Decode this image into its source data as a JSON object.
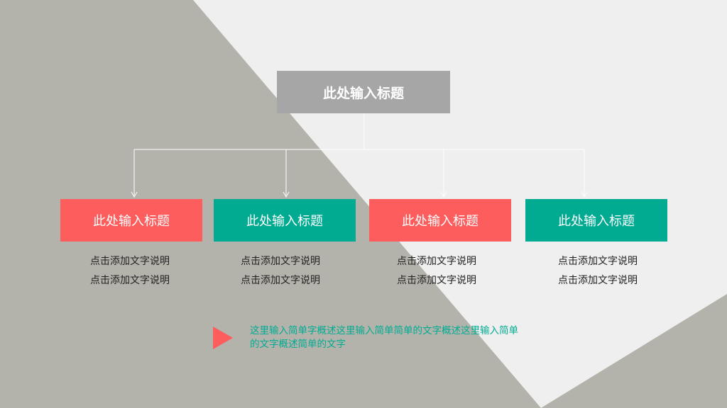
{
  "root": {
    "label": "此处输入标题"
  },
  "children": [
    {
      "label": "此处输入标题",
      "desc": [
        "点击添加文字说明",
        "点击添加文字说明"
      ],
      "color": "#fd5d5d"
    },
    {
      "label": "此处输入标题",
      "desc": [
        "点击添加文字说明",
        "点击添加文字说明"
      ],
      "color": "#00ab92"
    },
    {
      "label": "此处输入标题",
      "desc": [
        "点击添加文字说明",
        "点击添加文字说明"
      ],
      "color": "#fd5d5d"
    },
    {
      "label": "此处输入标题",
      "desc": [
        "点击添加文字说明",
        "点击添加文字说明"
      ],
      "color": "#00ab92"
    }
  ],
  "note": {
    "text": "这里输入简单字概述这里输入简单简单的文字概述这里输入简单的文字概述简单的文字"
  },
  "colors": {
    "background_gray": "#b4b3ab",
    "background_light": "#efefef",
    "accent_red": "#fd5d5d",
    "accent_teal": "#00ab92",
    "title_gray": "#a6a6a6"
  }
}
